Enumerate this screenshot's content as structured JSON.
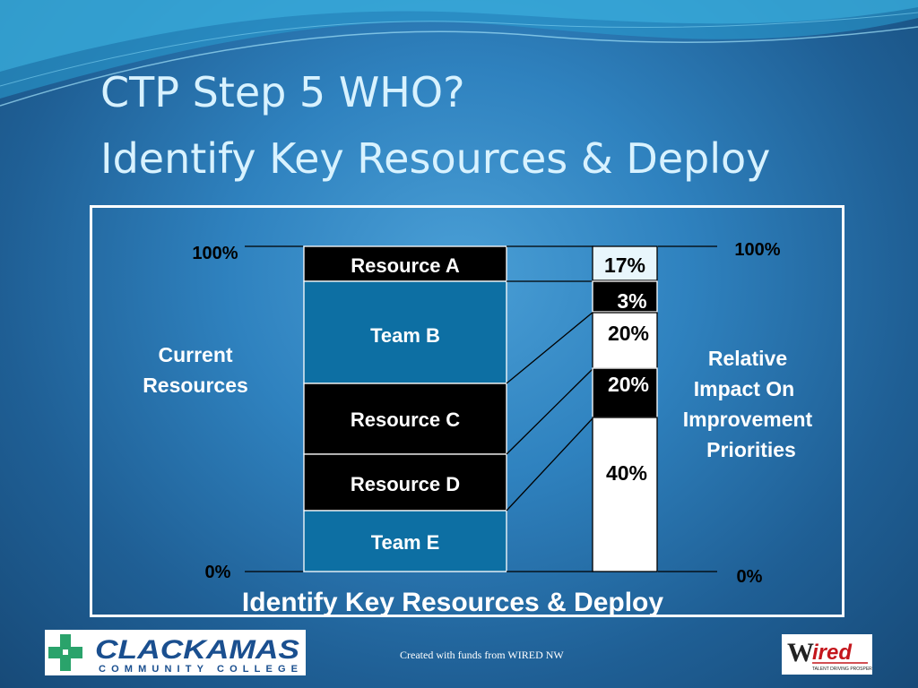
{
  "slide": {
    "title_line1": "CTP Step 5   WHO?",
    "title_line2": "Identify Key Resources & Deploy",
    "footer_note": "Created with funds from WIRED NW"
  },
  "diagram": {
    "left_axis": {
      "top_label": "100%",
      "bottom_label": "0%"
    },
    "right_axis": {
      "top_label": "100%",
      "bottom_label": "0%"
    },
    "left_caption": [
      "Current",
      "Resources"
    ],
    "right_caption": [
      "Relative",
      "Impact On",
      "Improvement",
      "Priorities"
    ],
    "bottom_caption": "Identify Key Resources & Deploy",
    "resources": [
      {
        "label": "Resource A",
        "fill": "black"
      },
      {
        "label": "Team  B",
        "fill": "teal"
      },
      {
        "label": "Resource C",
        "fill": "black"
      },
      {
        "label": "Resource  D",
        "fill": "black"
      },
      {
        "label": "Team  E",
        "fill": "teal"
      }
    ],
    "impact_segments": [
      {
        "label": "17%",
        "fill": "light"
      },
      {
        "label": "3%",
        "fill": "black"
      },
      {
        "label": "20%",
        "fill": "white"
      },
      {
        "label": "20%",
        "fill": "black"
      },
      {
        "label": "40%",
        "fill": "white"
      }
    ]
  },
  "colors": {
    "teal_block": "#0d6fa3",
    "black_block": "#000000",
    "light_segment": "#e8f6fc",
    "title_text": "#d8f2ff"
  },
  "logos": {
    "left": {
      "name": "CLACKAMAS",
      "subtitle": "COMMUNITY COLLEGE"
    },
    "right": {
      "name": "Wired",
      "tagline": "TALENT DRIVING PROSPERITY"
    }
  }
}
